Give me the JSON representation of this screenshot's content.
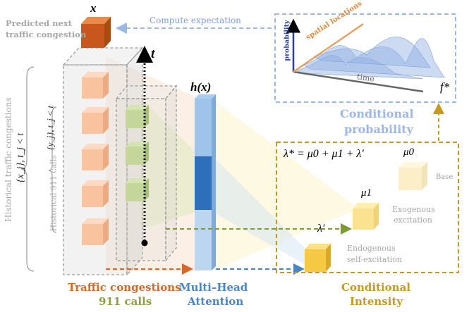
{
  "top": {
    "predicted_label_line1": "Predicted next",
    "predicted_label_line2": "traffic congestion",
    "x_symbol": "x",
    "compute_expectation": "Compute expectation"
  },
  "left": {
    "historical_congestions": "Historical traffic congestions",
    "congestion_set": "{x_j}, t_j < t",
    "historical_calls": "Historical 911 calls",
    "calls_set": "{y_j}, t_j < t",
    "t_symbol": "t"
  },
  "attention": {
    "h_label": "h(x)",
    "title_line1": "Multi–Head",
    "title_line2": "Attention"
  },
  "bottom": {
    "traffic_congestions": "Traffic congestions",
    "calls_911": "911 calls"
  },
  "probability_panel": {
    "y_axis": "probability",
    "diag_axis": "spatial locations",
    "x_axis": "time",
    "f_star": "f*",
    "title_line1": "Conditional",
    "title_line2": "probability"
  },
  "intensity_panel": {
    "equation": "λ* = μ0 + μ1 + λ′",
    "mu0": "μ0",
    "base": "Base",
    "mu1": "μ1",
    "exogenous_line1": "Exogenous",
    "exogenous_line2": "excitation",
    "lambda_prime": "λ′",
    "endogenous_line1": "Endogenous",
    "endogenous_line2": "self-excitation",
    "title_line1": "Conditional",
    "title_line2": "Intensity"
  },
  "colors": {
    "orange": "#d46a28",
    "green": "#8aa33a",
    "blue": "#4a86c5",
    "gold": "#c79a1f",
    "dash_blue": "#9db8e3",
    "grey": "#a6a6a6"
  }
}
